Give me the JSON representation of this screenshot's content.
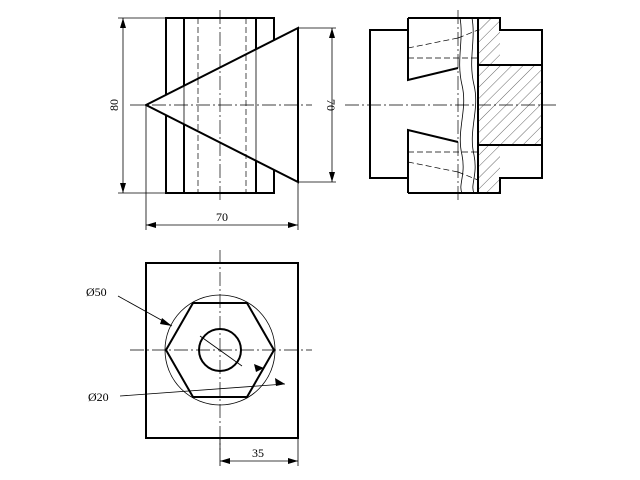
{
  "drawing": {
    "views": [
      "front-view",
      "side-section-view",
      "top-view"
    ],
    "dimensions": {
      "front_height": "80",
      "front_cone_height": "70",
      "front_width": "70",
      "top_hex_circle_diameter": "Ø50",
      "top_hole_diameter": "Ø20",
      "top_offset": "35"
    }
  }
}
